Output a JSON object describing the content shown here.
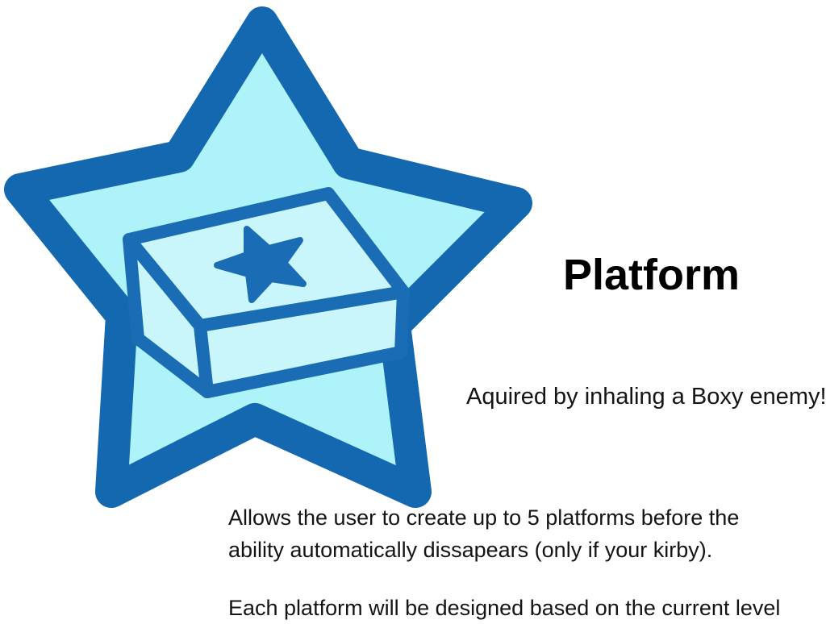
{
  "colors": {
    "outline_blue": "#1368b0",
    "star_fill": "#aef3fa",
    "box_fill": "#c9f6fb",
    "box_stroke": "#1a6db4",
    "text_black": "#141414",
    "background": "#ffffff"
  },
  "badge": {
    "icons": {
      "badge": "star-badge-icon",
      "box": "platform-box-icon",
      "star": "star-icon"
    }
  },
  "title": "Platform",
  "subtitle": "Aquired by inhaling a Boxy enemy!",
  "description": {
    "para1": "Allows the user to create up to 5 platforms before the\nability automatically dissapears (only if your kirby).",
    "para2": "Each platform will be designed based on the current level"
  }
}
